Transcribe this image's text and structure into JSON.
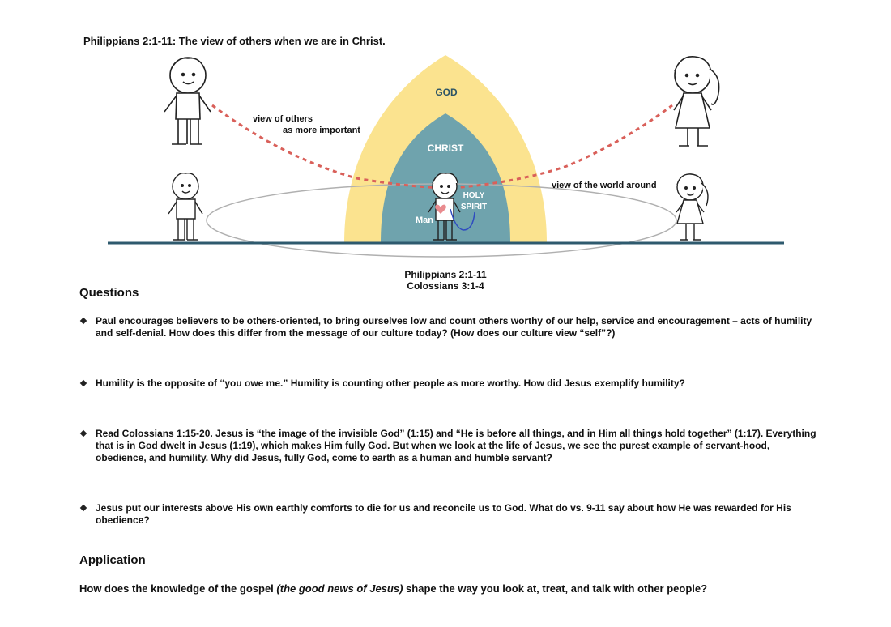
{
  "title": "Philippians 2:1-11:  The view of others when we are in Christ.",
  "diagram": {
    "god_label": "GOD",
    "christ_label": "CHRIST",
    "holy_spirit_line1": "HOLY",
    "holy_spirit_line2": "SPIRIT",
    "man_label": "Man",
    "view_others_line1": "view of others",
    "view_others_line2": "as more important",
    "view_world": "view of the world around",
    "ref_line1": "Philippians 2:1-11",
    "ref_line2": "Colossians 3:1-4",
    "colors": {
      "god": "#fbe38f",
      "christ": "#6fa3ad",
      "ground": "#2e5a6e",
      "dashed": "#d9605a",
      "heart": "#e98b8f",
      "spirit_curve": "#2f4cc0"
    }
  },
  "questions_heading": "Questions",
  "questions": [
    "Paul encourages believers to be others-oriented, to bring ourselves low and count others worthy of our help, service and encouragement – acts of humility and self-denial.   How does this differ from the message of our culture today?  (How does our culture view “self”?)",
    "Humility is the opposite of “you owe me.”  Humility is counting other people as more worthy.  How did Jesus exemplify humility?",
    "Read Colossians 1:15-20.  Jesus is “the image of the invisible God” (1:15) and “He is before all things, and in Him all things hold together” (1:17).  Everything that is in God dwelt in Jesus (1:19), which makes Him fully God.   But when we look at the life of Jesus, we see the purest example of servant-hood, obedience, and humility.  Why did Jesus, fully God, come to earth as a human and humble servant?",
    "Jesus put our interests above His own earthly comforts to die for us and reconcile us to God.   What do vs. 9-11 say about how He was rewarded for His obedience?"
  ],
  "application_heading": "Application",
  "application": {
    "before": "How does the knowledge of the gospel ",
    "italic": "(the good news of Jesus)",
    "after": " shape the way you look at, treat, and talk with other people?"
  }
}
